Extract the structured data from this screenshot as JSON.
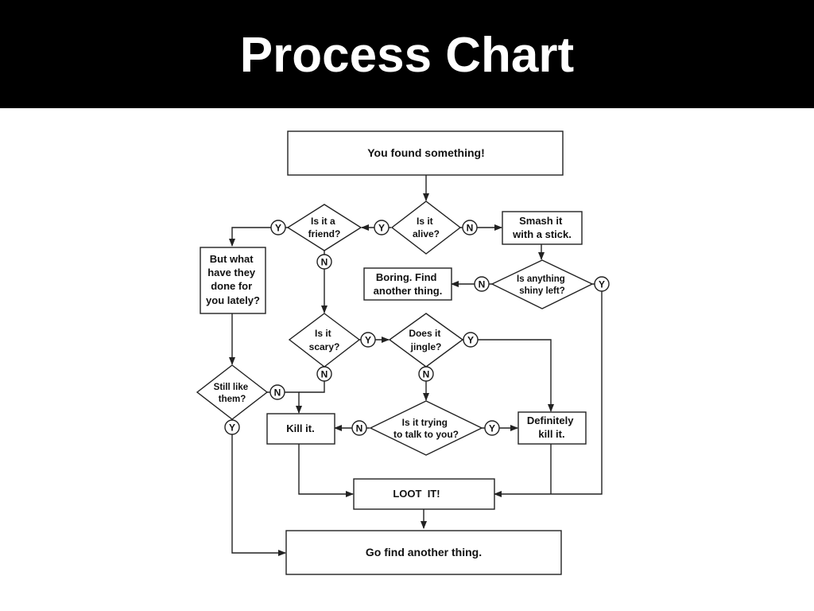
{
  "slide": {
    "title": "Process Chart"
  },
  "flowchart": {
    "nodes": {
      "found": {
        "shape": "box",
        "lines": [
          "You found something!"
        ]
      },
      "alive": {
        "shape": "diamond",
        "lines": [
          "Is it",
          "alive?"
        ]
      },
      "friend": {
        "shape": "diamond",
        "lines": [
          "Is it a",
          "friend?"
        ]
      },
      "smash": {
        "shape": "box",
        "lines": [
          "Smash it",
          "with a stick."
        ]
      },
      "shiny": {
        "shape": "diamond",
        "lines": [
          "Is anything",
          "shiny left?"
        ]
      },
      "boring": {
        "shape": "box",
        "lines": [
          "Boring. Find",
          "another thing."
        ]
      },
      "lately": {
        "shape": "box",
        "lines": [
          "But what",
          "have they",
          "done for",
          "you lately?"
        ]
      },
      "scary": {
        "shape": "diamond",
        "lines": [
          "Is it",
          "scary?"
        ]
      },
      "jingle": {
        "shape": "diamond",
        "lines": [
          "Does it",
          "jingle?"
        ]
      },
      "stilllike": {
        "shape": "diamond",
        "lines": [
          "Still like",
          "them?"
        ]
      },
      "killit": {
        "shape": "box",
        "lines": [
          "Kill it."
        ]
      },
      "talk": {
        "shape": "diamond",
        "lines": [
          "Is it trying",
          "to talk to you?"
        ]
      },
      "defkill": {
        "shape": "box",
        "lines": [
          "Definitely",
          "kill it."
        ]
      },
      "loot": {
        "shape": "box",
        "lines": [
          "LOOT  IT!"
        ]
      },
      "gofind": {
        "shape": "box",
        "lines": [
          "Go find another thing."
        ]
      }
    },
    "badge_labels": {
      "yes": "Y",
      "no": "N"
    },
    "edges": [
      {
        "from": "found",
        "to": "alive"
      },
      {
        "from": "alive",
        "to": "friend",
        "label": "Y"
      },
      {
        "from": "alive",
        "to": "smash",
        "label": "N"
      },
      {
        "from": "smash",
        "to": "shiny"
      },
      {
        "from": "shiny",
        "to": "boring",
        "label": "N"
      },
      {
        "from": "shiny",
        "to": "loot",
        "label": "Y"
      },
      {
        "from": "friend",
        "to": "lately",
        "label": "Y"
      },
      {
        "from": "friend",
        "to": "scary",
        "label": "N"
      },
      {
        "from": "lately",
        "to": "stilllike"
      },
      {
        "from": "stilllike",
        "to": "killit",
        "label": "N"
      },
      {
        "from": "stilllike",
        "to": "gofind",
        "label": "Y"
      },
      {
        "from": "scary",
        "to": "jingle",
        "label": "Y"
      },
      {
        "from": "scary",
        "to": "killit",
        "label": "N"
      },
      {
        "from": "jingle",
        "to": "defkill",
        "label": "Y"
      },
      {
        "from": "jingle",
        "to": "talk",
        "label": "N"
      },
      {
        "from": "talk",
        "to": "killit",
        "label": "N"
      },
      {
        "from": "talk",
        "to": "defkill",
        "label": "Y"
      },
      {
        "from": "killit",
        "to": "loot"
      },
      {
        "from": "defkill",
        "to": "loot"
      },
      {
        "from": "loot",
        "to": "gofind"
      }
    ]
  }
}
